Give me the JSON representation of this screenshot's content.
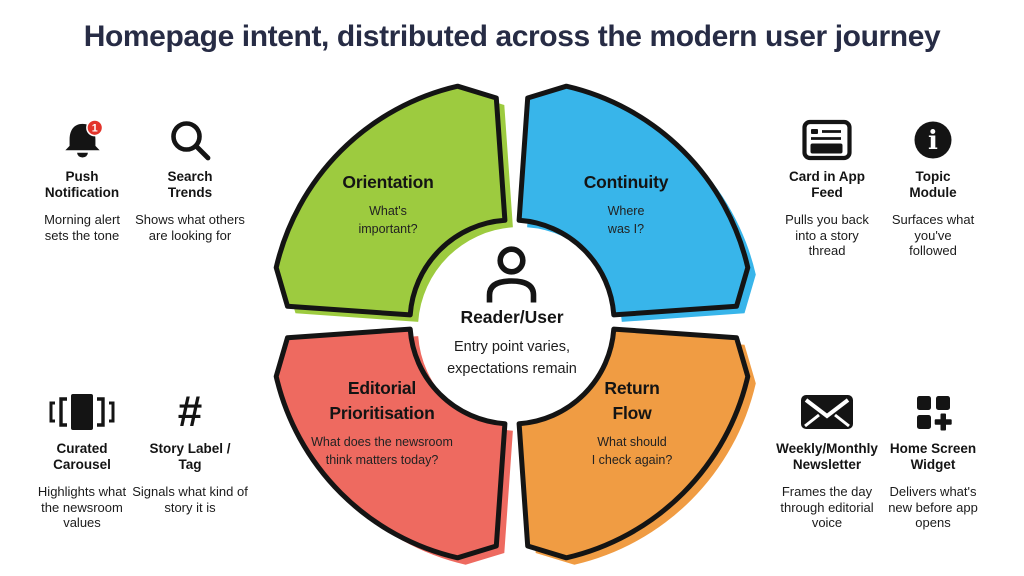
{
  "title": {
    "text": "Homepage intent, distributed across the modern user journey",
    "color": "#272C45"
  },
  "diagram": {
    "outline_color": "#141414",
    "center": {
      "icon": "person-icon",
      "title": "Reader/User",
      "subtitle": "Entry point varies,\nexpectations remain"
    },
    "quadrants": [
      {
        "id": "orientation",
        "name": "Orientation",
        "question": "What's\nimportant?",
        "color": "#9DCB3F",
        "position": "top-left"
      },
      {
        "id": "continuity",
        "name": "Continuity",
        "question": "Where\nwas I?",
        "color": "#38B5EA",
        "position": "top-right"
      },
      {
        "id": "editorial-prioritisation",
        "name": "Editorial\nPrioritisation",
        "question": "What does the newsroom\nthink matters today?",
        "color": "#EE6A60",
        "position": "bottom-left"
      },
      {
        "id": "return-flow",
        "name": "Return\nFlow",
        "question": "What should\nI check again?",
        "color": "#F09C43",
        "position": "bottom-right"
      }
    ]
  },
  "touchpoints": [
    {
      "icon": "bell-icon",
      "title": "Push\nNotification",
      "description": "Morning alert\nsets the tone"
    },
    {
      "icon": "search-icon",
      "title": "Search\nTrends",
      "description": "Shows what others\nare looking for"
    },
    {
      "icon": "card-feed-icon",
      "title": "Card in App\nFeed",
      "description": "Pulls you back\ninto a story\nthread"
    },
    {
      "icon": "info-icon",
      "title": "Topic\nModule",
      "description": "Surfaces what\nyou've\nfollowed"
    },
    {
      "icon": "carousel-icon",
      "title": "Curated\nCarousel",
      "description": "Highlights what\nthe newsroom\nvalues"
    },
    {
      "icon": "hashtag-icon",
      "title": "Story Label /\nTag",
      "description": "Signals what kind of\nstory it is"
    },
    {
      "icon": "envelope-icon",
      "title": "Weekly/Monthly\nNewsletter",
      "description": "Frames the day\nthrough editorial\nvoice"
    },
    {
      "icon": "widget-icon",
      "title": "Home Screen\nWidget",
      "description": "Delivers what's\nnew before app\nopens"
    }
  ],
  "badge": {
    "value": "1",
    "color": "#E3342B"
  },
  "icon_glyphs": {
    "hash": "#",
    "info": "i"
  }
}
